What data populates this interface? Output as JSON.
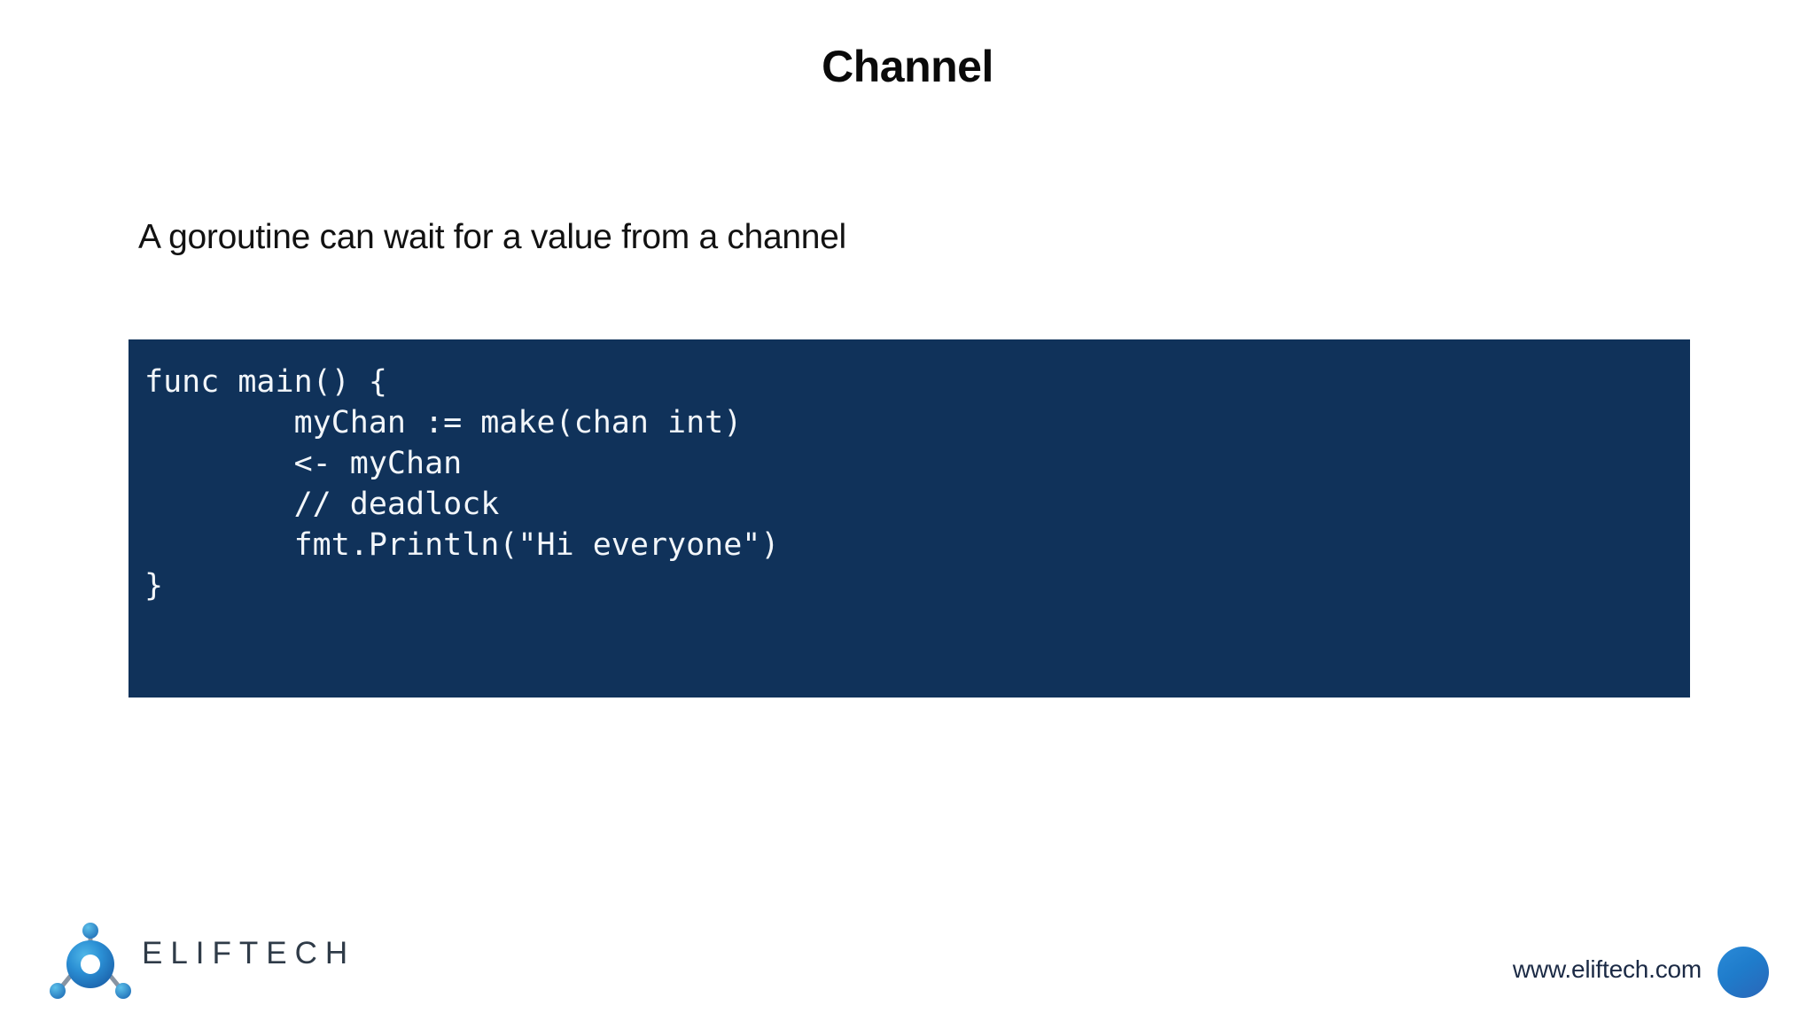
{
  "slide": {
    "title": "Channel",
    "body_text": "A goroutine can wait for a value from a channel",
    "background_color": "#ffffff",
    "title_color": "#0a0a0a"
  },
  "code_block": {
    "background_color": "#10325a",
    "text_color": "#f2f6fa",
    "language": "go",
    "lines": [
      "func main() {",
      "        myChan := make(chan int)",
      "        <- myChan",
      "        // deadlock",
      "        fmt.Println(\"Hi everyone\")",
      "}"
    ]
  },
  "footer": {
    "logo_text": "ELIFTECH",
    "logo_text_color": "#2f3b48",
    "logo_icon": "eliftech-atom-logo",
    "logo_accent_color": "#1f7ccb",
    "url": "www.eliftech.com",
    "url_color": "#1b2a45",
    "dot_icon": "blue-circle-icon",
    "dot_color": "#2a8ad8"
  }
}
